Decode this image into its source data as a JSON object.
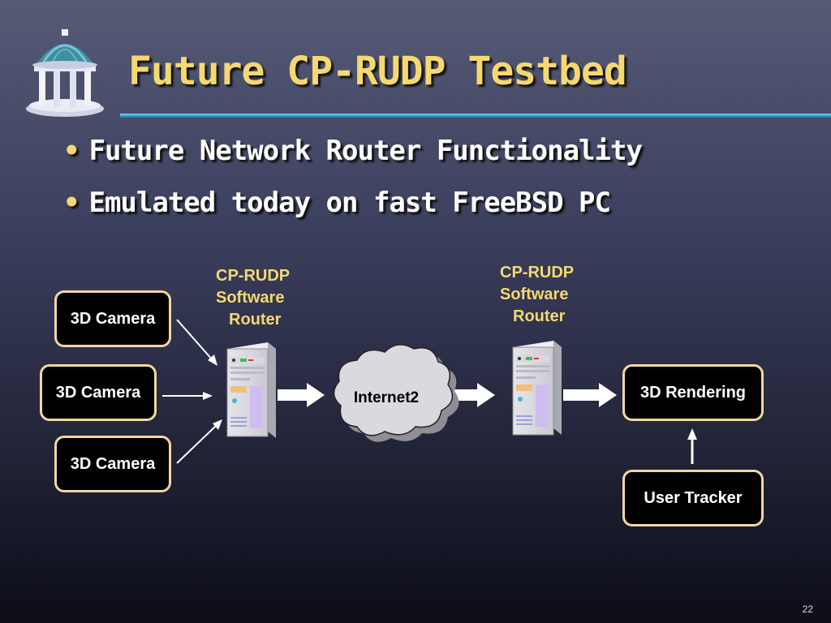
{
  "slide": {
    "title": "Future CP-RUDP Testbed",
    "bullets": [
      "Future Network Router Functionality",
      "Emulated today on fast FreeBSD PC"
    ],
    "page_number": "22"
  },
  "diagram": {
    "cameras": [
      "3D Camera",
      "3D Camera",
      "3D Camera"
    ],
    "router_left": {
      "line1": "CP-RUDP",
      "line2": "Software",
      "line3": "Router"
    },
    "router_right": {
      "line1": "CP-RUDP",
      "line2": "Software",
      "line3": "Router"
    },
    "cloud_label": "Internet2",
    "rendering": "3D Rendering",
    "tracker": "User Tracker"
  },
  "colors": {
    "title": "#f5d870",
    "accent_rule": "#3aa9d8",
    "box_border": "#f3d79f"
  },
  "icons": [
    "gazebo-logo-icon",
    "server-tower-icon",
    "cloud-icon",
    "arrow-icon"
  ]
}
